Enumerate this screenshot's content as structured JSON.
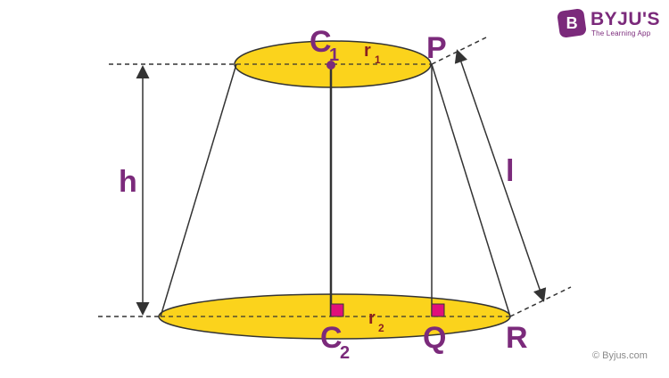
{
  "brand": {
    "name": "BYJU'S",
    "tagline": "The Learning App",
    "badge_letter": "B",
    "color": "#7b2a7b"
  },
  "diagram": {
    "labels": {
      "c1": "C",
      "c1_sub": "1",
      "r1": "r",
      "r1_sub": "1",
      "p": "P",
      "h": "h",
      "l": "l",
      "c2": "C",
      "c2_sub": "2",
      "r2": "r",
      "r2_sub": "2",
      "q": "Q",
      "r": "R"
    },
    "colors": {
      "disc_fill": "#fbd31c",
      "label": "#7b2a7b",
      "radius_label": "#8a1f1f",
      "right_angle": "#e0107a",
      "center_dot": "#7b2a7b",
      "line": "#333333"
    }
  },
  "copyright": "© Byjus.com"
}
